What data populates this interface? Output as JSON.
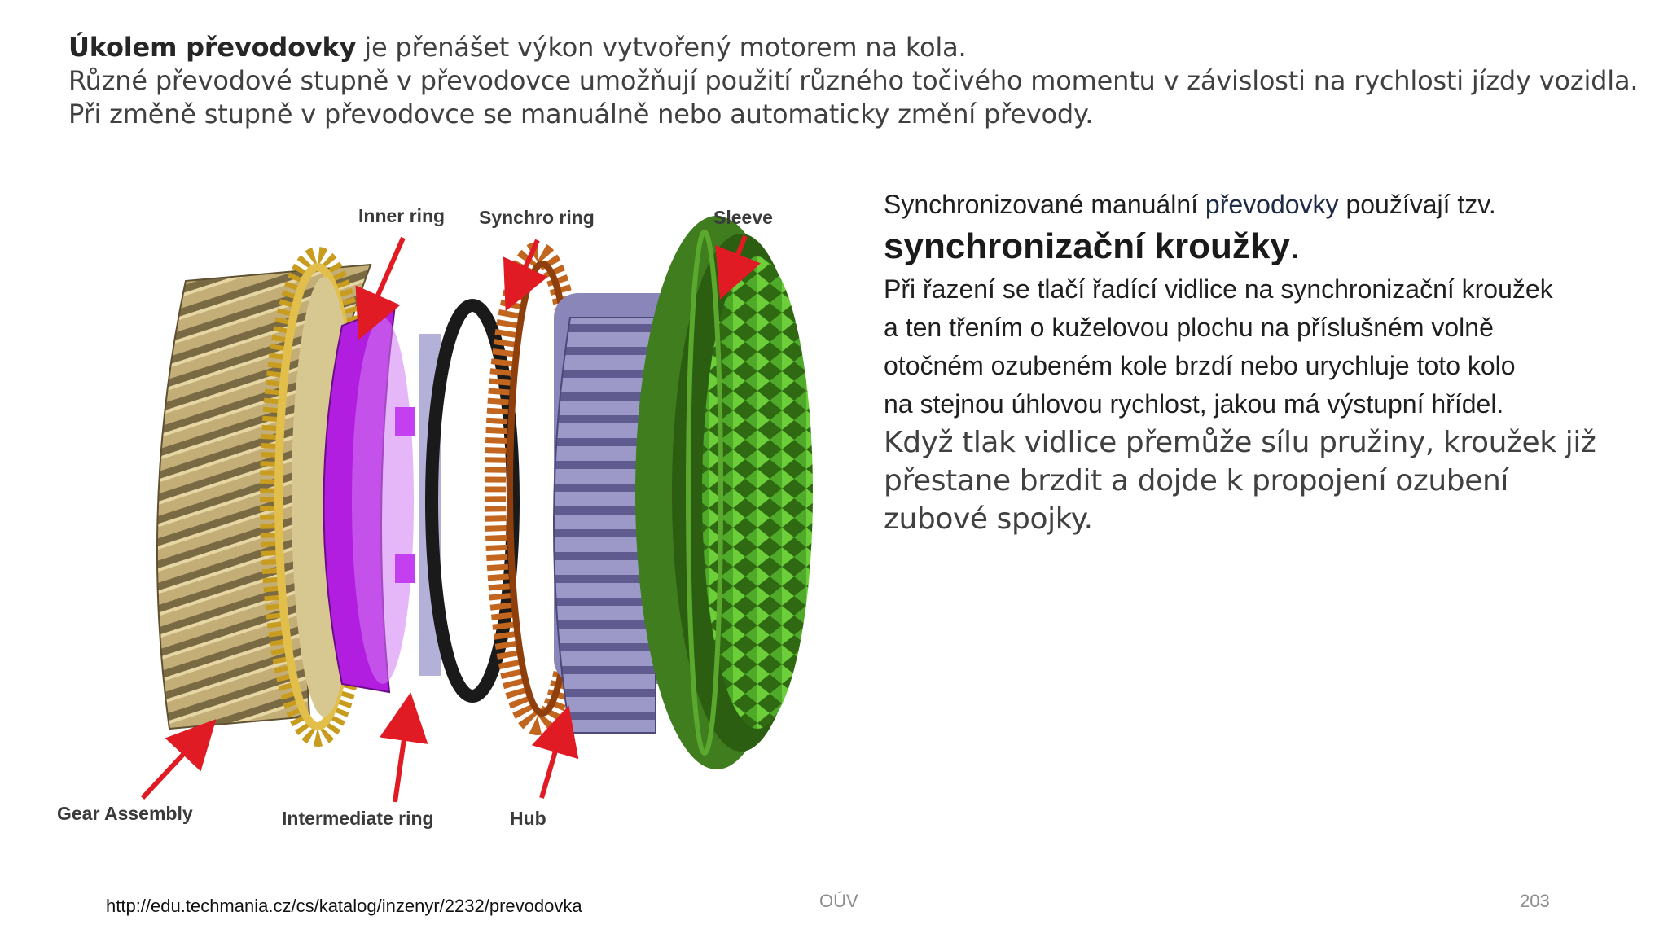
{
  "intro": {
    "line1_bold": "Úkolem převodovky",
    "line1_rest": " je přenášet výkon vytvořený motorem na kola.",
    "line2": "Různé převodové stupně v převodovce umožňují použití různého točivého momentu v závislosti na rychlosti jízdy vozidla.",
    "line3": "Při změně stupně v převodovce se manuálně nebo automaticky změní převody."
  },
  "figure": {
    "labels": {
      "inner_ring": "Inner ring",
      "synchro_ring": "Synchro ring",
      "sleeve": "Sleeve",
      "gear_assembly": "Gear Assembly",
      "intermediate_ring": "Intermediate ring",
      "hub": "Hub"
    },
    "colors": {
      "gear": "#b7a06a",
      "gear_teeth": "#d2a934",
      "inner_ring": "#b21ee0",
      "intermediate_ring": "#1a1a1a",
      "synchro_ring": "#c2651f",
      "hub": "#8a86ba",
      "sleeve": "#3f7d1f",
      "arrow": "#e01b24"
    }
  },
  "description": {
    "line1_a": "Synchronizované manuální ",
    "line1_kw": "převodovky",
    "line1_b": " používají tzv.",
    "term": "synchronizační kroužky",
    "term_end": ".",
    "para_lines": [
      "Při řazení se tlačí řadící vidlice na synchronizační kroužek",
      "a ten třením o kuželovou plochu na příslušném volně",
      "otočném ozubeném kole brzdí nebo urychluje toto kolo",
      "na stejnou úhlovou rychlost, jakou má výstupní hřídel."
    ],
    "para2_lines": [
      "Když tlak vidlice přemůže sílu pružiny, kroužek již",
      "přestane brzdit a dojde k propojení ozubení",
      "zubové spojky."
    ]
  },
  "footer": {
    "url": "http://edu.techmania.cz/cs/katalog/inzenyr/2232/prevodovka",
    "center": "OÚV",
    "page": "203"
  }
}
